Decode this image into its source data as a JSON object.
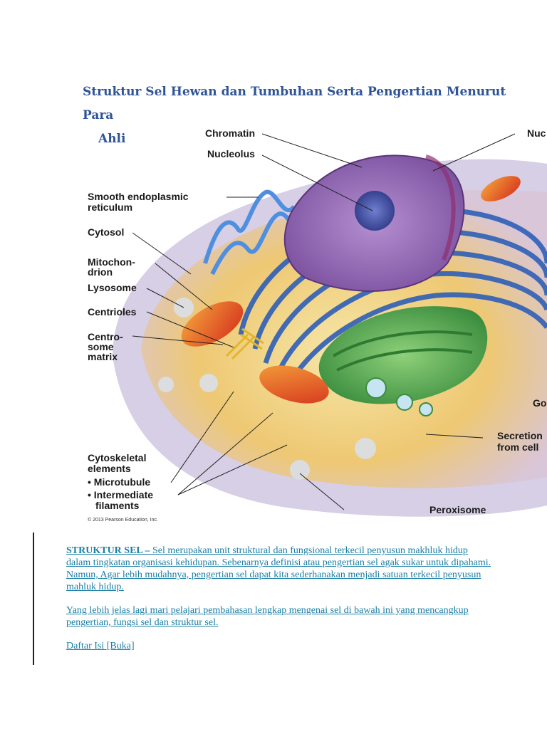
{
  "document": {
    "title_line1": "Struktur Sel Hewan dan Tumbuhan Serta Pengertian Menurut Para",
    "title_line2": "Ahli"
  },
  "figure": {
    "labels": {
      "chromatin": "Chromatin",
      "nucleolus": "Nucleolus",
      "smooth_er_1": "Smooth endoplasmic",
      "smooth_er_2": "reticulum",
      "cytosol": "Cytosol",
      "mitochondrion_1": "Mitochon-",
      "mitochondrion_2": "drion",
      "lysosome": "Lysosome",
      "centrioles": "Centrioles",
      "centrosome_1": "Centro-",
      "centrosome_2": "some",
      "centrosome_3": "matrix",
      "cytoskeletal_1": "Cytoskeletal",
      "cytoskeletal_2": "elements",
      "microtubule": "• Microtubule",
      "intermediate_1": "• Intermediate",
      "intermediate_2": "filaments",
      "nucleus_partial": "Nuc",
      "golgi_partial": "Go",
      "secretion_1": "Secretion",
      "secretion_2": "from cell",
      "peroxisome": "Peroxisome",
      "copyright": "© 2013 Pearson Education, Inc."
    }
  },
  "paragraphs": {
    "p1_strong": "STRUKTUR SEL – ",
    "p1_text": "Sel merupakan unit struktural dan fungsional terkecil penyusun makhluk hidup dalam tingkatan organisasi kehidupan. Sebenarnya definisi atau pengertian sel agak sukar untuk dipahami. Namun, Agar lebih mudahnya, pengertian sel dapat kita sederhanakan menjadi satuan terkecil penyusun mahluk hidup.",
    "p2": "Yang lebih jelas lagi mari pelajari pembahasan lengkap mengenai sel di bawah ini yang mencangkup pengertian, fungsi sel dan struktur sel.",
    "toc": "Daftar Isi [Buka]"
  }
}
